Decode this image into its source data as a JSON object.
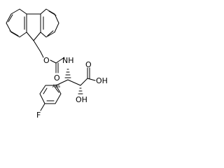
{
  "molecule": {
    "type": "skeletal-structure",
    "atom_labels": {
      "carbamate_o": "O",
      "carbonyl_o": "O",
      "amine": "NH",
      "acid_o": "O",
      "acid_oh": "OH",
      "hydroxyl": "OH",
      "fluorine": "F",
      "aromatic_abs": "Abs"
    }
  }
}
